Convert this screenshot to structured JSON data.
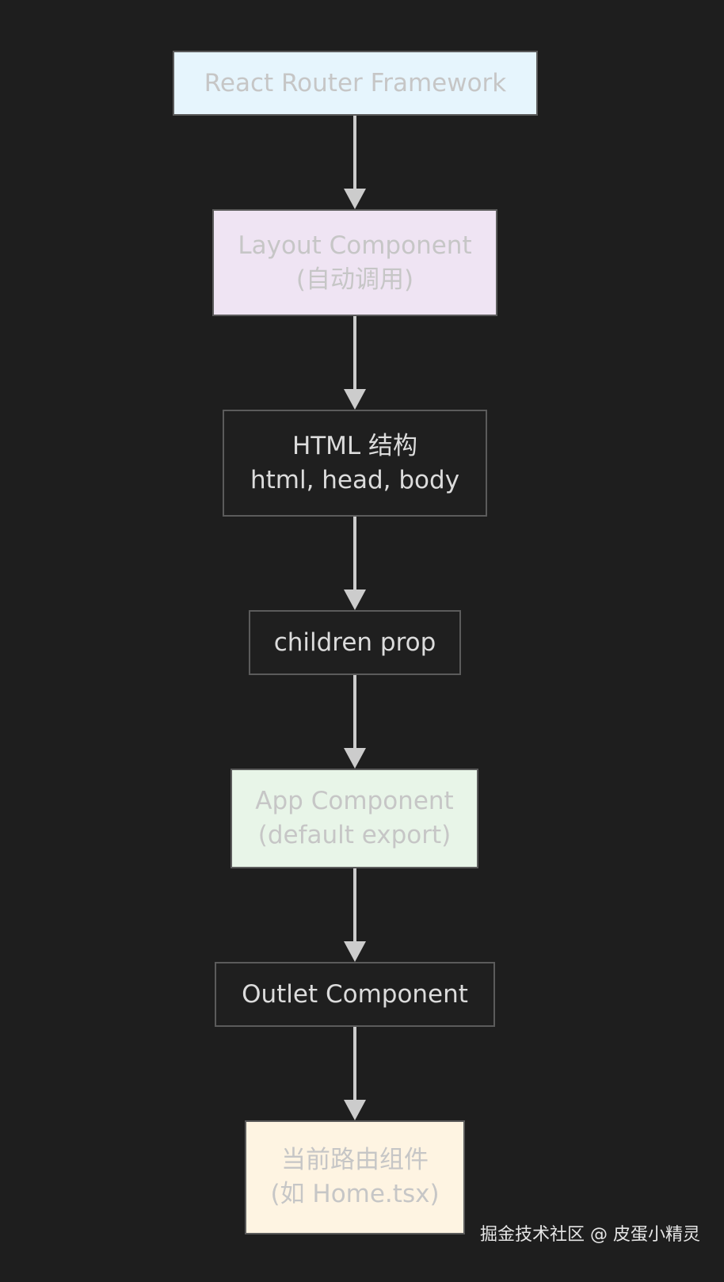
{
  "diagram": {
    "type": "flowchart",
    "direction": "top-to-bottom",
    "nodes": [
      {
        "id": "router",
        "lines": [
          "React Router Framework"
        ],
        "fill": "#e6f5fd"
      },
      {
        "id": "layout",
        "lines": [
          "Layout Component",
          "(自动调用)"
        ],
        "fill": "#efe4f3"
      },
      {
        "id": "html",
        "lines": [
          "HTML 结构",
          "html, head, body"
        ],
        "fill": "#1f1f1f"
      },
      {
        "id": "children",
        "lines": [
          "children prop"
        ],
        "fill": "#1f1f1f"
      },
      {
        "id": "app",
        "lines": [
          "App Component",
          "(default export)"
        ],
        "fill": "#e8f5e8"
      },
      {
        "id": "outlet",
        "lines": [
          "Outlet Component"
        ],
        "fill": "#1f1f1f"
      },
      {
        "id": "current",
        "lines": [
          "当前路由组件",
          "(如 Home.tsx)"
        ],
        "fill": "#fef4e2"
      }
    ],
    "edges": [
      {
        "from": "router",
        "to": "layout"
      },
      {
        "from": "layout",
        "to": "html"
      },
      {
        "from": "html",
        "to": "children"
      },
      {
        "from": "children",
        "to": "app"
      },
      {
        "from": "app",
        "to": "outlet"
      },
      {
        "from": "outlet",
        "to": "current"
      }
    ]
  },
  "colors": {
    "background": "#1e1e1e",
    "edge": "#cccccc",
    "node_border": "#5b5b5b",
    "light_node_text": "#c6c6c6",
    "dark_node_text": "#dcdcdc"
  },
  "watermark": "掘金技术社区 @ 皮蛋小精灵"
}
